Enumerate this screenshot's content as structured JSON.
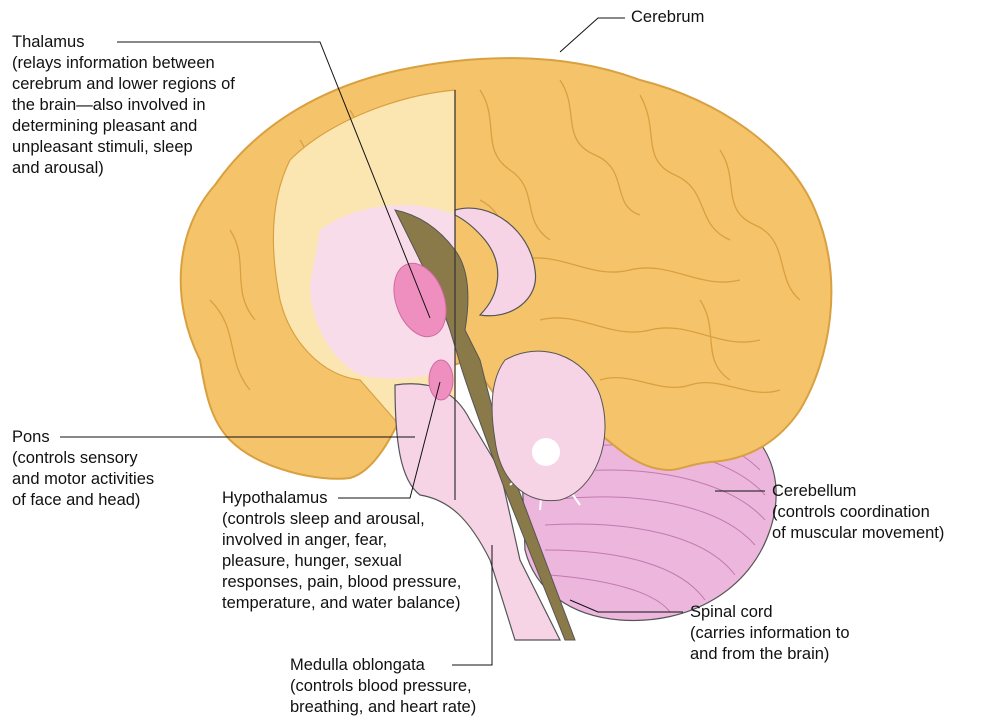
{
  "labels": {
    "cerebrum": {
      "title": "Cerebrum",
      "desc": []
    },
    "thalamus": {
      "title": "Thalamus",
      "desc": [
        "(relays information between",
        "cerebrum and lower regions of",
        "the brain—also involved in",
        "determining pleasant and",
        "unpleasant stimuli, sleep",
        "and arousal)"
      ]
    },
    "pons": {
      "title": "Pons",
      "desc": [
        "(controls sensory",
        "and motor activities",
        "of face and head)"
      ]
    },
    "hypothalamus": {
      "title": "Hypothalamus",
      "desc": [
        "(controls sleep and arousal,",
        "involved in anger, fear,",
        "pleasure, hunger, sexual",
        "responses, pain, blood pressure,",
        "temperature, and water balance)"
      ]
    },
    "cerebellum": {
      "title": "Cerebellum",
      "desc": [
        "(controls coordination",
        "of muscular movement)"
      ]
    },
    "spinal_cord": {
      "title": "Spinal cord",
      "desc": [
        "(carries information to",
        "and from the brain)"
      ]
    },
    "medulla": {
      "title": "Medulla oblongata",
      "desc": [
        "(controls blood pressure,",
        "breathing, and heart rate)"
      ]
    }
  },
  "colors": {
    "cortex": "#f5c46a",
    "cortex_stroke": "#d9a040",
    "section_white": "#fbe6b2",
    "section_pink": "#f9dcea",
    "thalamus_pink": "#ef8fbf",
    "brainstem": "#f6d4e6",
    "ventricle": "#8a7a4a",
    "cerebellum": "#ecb6dd",
    "outline": "#333333"
  }
}
